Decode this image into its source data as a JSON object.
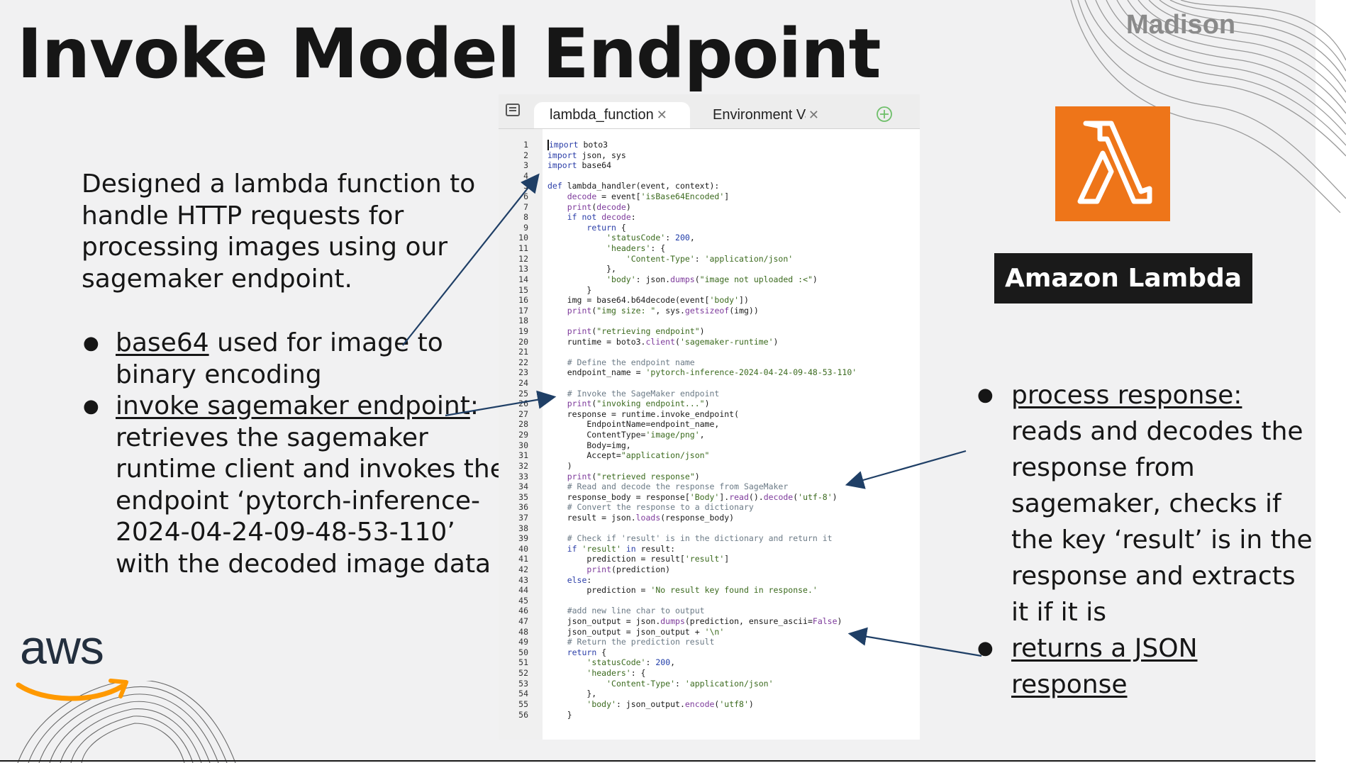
{
  "slide": {
    "title": "Invoke Model Endpoint",
    "brand": "Madison"
  },
  "intro": "Designed a lambda function to handle HTTP requests for processing images using our sagemaker endpoint.",
  "left_bullets": [
    {
      "link": "base64",
      "text": " used for image to binary encoding"
    },
    {
      "link": "invoke sagemaker endpoint",
      "text": ": retrieves the sagemaker runtime client and invokes the endpoint ‘pytorch-inference-2024-04-24-09-48-53-110’ with the decoded image data"
    }
  ],
  "right_bullets": [
    {
      "link": "process response:",
      "text": " reads and decodes the response from sagemaker, checks if the key ‘result’ is in the response and extracts it if it is"
    },
    {
      "link": "returns a JSON response",
      "text": ""
    }
  ],
  "lambda_badge": {
    "label": "Amazon Lambda",
    "icon": "lambda-icon",
    "color": "#ee7519"
  },
  "aws_logo": {
    "text": "aws",
    "icon": "aws-smile-icon",
    "smile_color": "#ff9900"
  },
  "editor": {
    "tabs": [
      {
        "label": "lambda_function",
        "active": true
      },
      {
        "label": "Environment Var",
        "active": false
      }
    ],
    "icons": [
      "file-menu-icon",
      "close-icon",
      "add-tab-icon"
    ],
    "lines": [
      "import boto3",
      "import json, sys",
      "import base64",
      "",
      "def lambda_handler(event, context):",
      "    decode = event['isBase64Encoded']",
      "    print(decode)",
      "    if not decode:",
      "        return {",
      "            'statusCode': 200,",
      "            'headers': {",
      "                'Content-Type': 'application/json'",
      "            },",
      "            'body': json.dumps(\"image not uploaded :<\")",
      "        }",
      "    img = base64.b64decode(event['body'])",
      "    print(\"img size: \", sys.getsizeof(img))",
      "",
      "    print(\"retrieving endpoint\")",
      "    runtime = boto3.client('sagemaker-runtime')",
      "",
      "    # Define the endpoint name",
      "    endpoint_name = 'pytorch-inference-2024-04-24-09-48-53-110'",
      "",
      "    # Invoke the SageMaker endpoint",
      "    print(\"invoking endpoint...\")",
      "    response = runtime.invoke_endpoint(",
      "        EndpointName=endpoint_name,",
      "        ContentType='image/png',",
      "        Body=img,",
      "        Accept=\"application/json\"",
      "    )",
      "    print(\"retrieved response\")",
      "    # Read and decode the response from SageMaker",
      "    response_body = response['Body'].read().decode('utf-8')",
      "    # Convert the response to a dictionary",
      "    result = json.loads(response_body)",
      "",
      "    # Check if 'result' is in the dictionary and return it",
      "    if 'result' in result:",
      "        prediction = result['result']",
      "        print(prediction)",
      "    else:",
      "        prediction = 'No result key found in response.'",
      "",
      "    #add new line char to output",
      "    json_output = json.dumps(prediction, ensure_ascii=False)",
      "    json_output = json_output + '\\n'",
      "    # Return the prediction result",
      "    return {",
      "        'statusCode': 200,",
      "        'headers': {",
      "            'Content-Type': 'application/json'",
      "        },",
      "        'body': json_output.encode('utf8')",
      "    }"
    ]
  },
  "colors": {
    "arrow": "#1f3f66",
    "background": "#f1f1f2"
  }
}
